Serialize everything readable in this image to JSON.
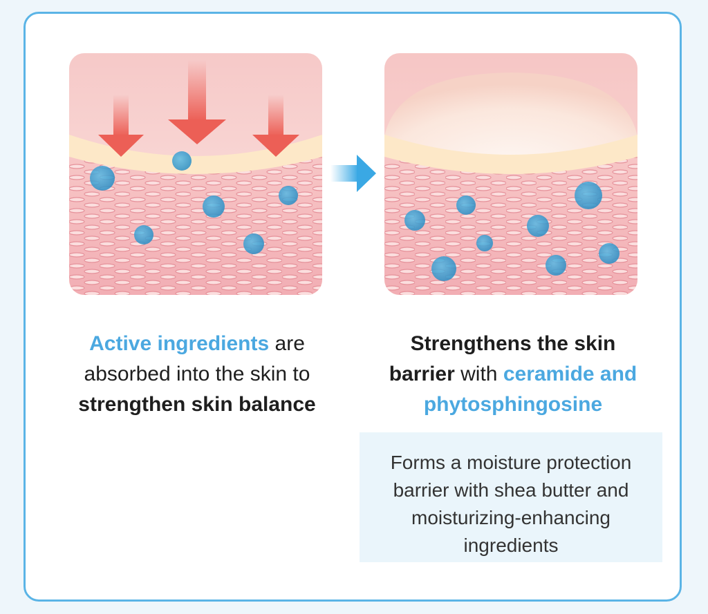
{
  "colors": {
    "accent": "#4ba8e0",
    "border": "#5ab4e6",
    "note_background": "#eaf5fb",
    "skin": "#f3b6bb",
    "arrow": "#ec5f56",
    "particle": "#3aa6d8"
  },
  "left": {
    "illustration": "skin-absorption-illustration",
    "caption": {
      "line1_highlight": "Active ingredients",
      "line1_rest": " are",
      "line2": "absorbed into the skin to",
      "line3_bold": "strengthen skin balance"
    }
  },
  "transition_icon": "arrow-right-icon",
  "right": {
    "illustration": "skin-barrier-illustration",
    "caption": {
      "line1_bold": "Strengthens the skin",
      "line2_bold": "barrier",
      "line2_plain": " with ",
      "line2_highlight": "ceramide and",
      "line3_highlight": "phytosphingosine"
    },
    "note": {
      "line1": "Forms a moisture protection",
      "line2": "barrier with shea butter and",
      "line3": "moisturizing-enhancing",
      "line4": "ingredients"
    }
  }
}
